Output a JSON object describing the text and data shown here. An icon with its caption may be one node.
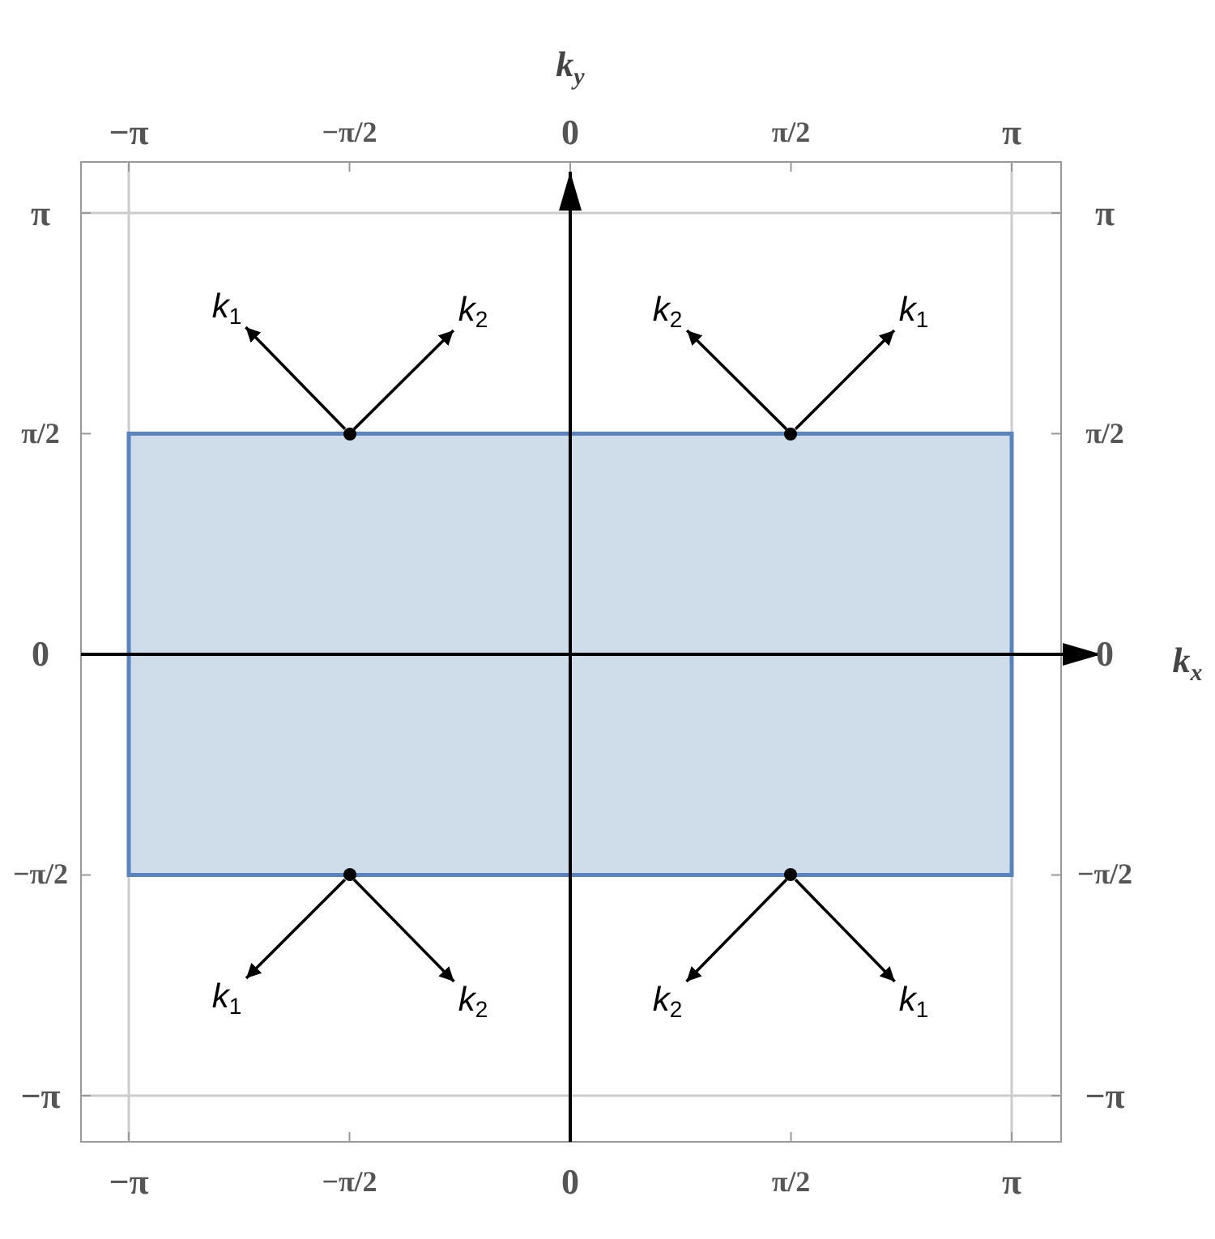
{
  "diagram": {
    "nodes": [
      {
        "text": [
          "k$_{1}$"
        ]
      },
      {
        "text": [
          "k$_{2}$"
        ]
      },
      {
        "text": [
          "k$_{2}$"
        ]
      },
      {
        "text": [
          "k$_{1}$"
        ]
      },
      {
        "text": [],
        "shape": "circle"
      },
      {
        "text": [],
        "shape": "circle"
      },
      {
        "text": [],
        "shape": "circle"
      },
      {
        "text": [],
        "shape": "circle"
      },
      {
        "text": [
          "k$_{1}$"
        ]
      },
      {
        "text": [
          "k$_{2}$"
        ]
      },
      {
        "text": [
          "k$_{2}$"
        ]
      },
      {
        "text": [
          "k$_{1}$"
        ]
      }
    ],
    "edges": [
      {
        "from": 4,
        "to": 0,
        "arrow": "to"
      },
      {
        "from": 4,
        "to": 1,
        "arrow": "to"
      },
      {
        "from": 5,
        "to": 2,
        "arrow": "to"
      },
      {
        "from": 5,
        "to": 3,
        "arrow": "to"
      },
      {
        "from": 6,
        "to": 8,
        "arrow": "to"
      },
      {
        "from": 6,
        "to": 9,
        "arrow": "to"
      },
      {
        "from": 7,
        "to": 10,
        "arrow": "to"
      },
      {
        "from": 7,
        "to": 11,
        "arrow": "to"
      }
    ],
    "labels": [
      "k$_{y}$",
      "−π",
      "−π/2",
      "0",
      "π/2",
      "π",
      "π",
      "π",
      "π/2",
      "π/2",
      "0",
      "0",
      "k$_{x}$",
      "−π/2",
      "−π/2",
      "−π",
      "−π",
      "−π",
      "−π/2",
      "0",
      "π/2",
      "π"
    ]
  }
}
